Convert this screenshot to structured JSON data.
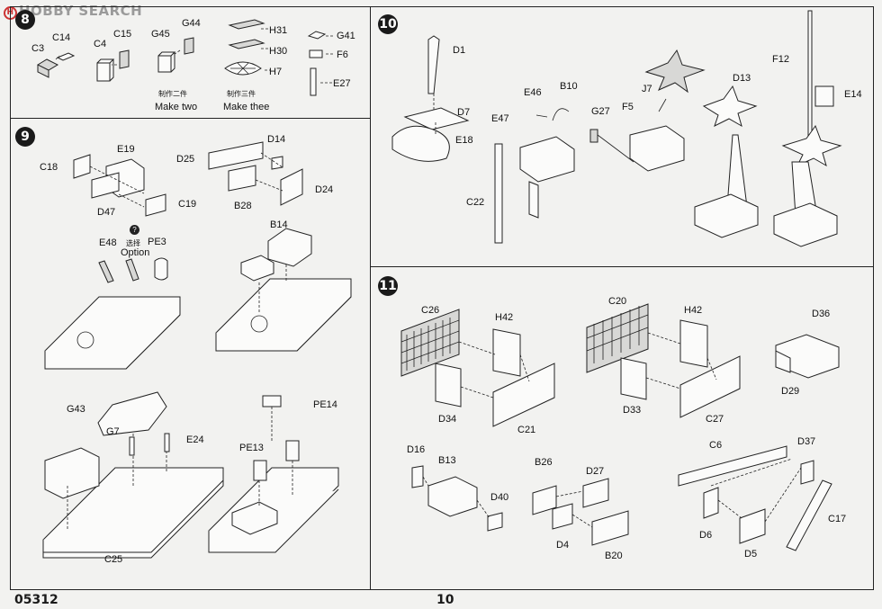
{
  "watermark": {
    "brand": "HOBBY SEARCH"
  },
  "steps": [
    {
      "num": "8"
    },
    {
      "num": "9"
    },
    {
      "num": "10"
    },
    {
      "num": "11"
    }
  ],
  "step8": {
    "labels": [
      "C3",
      "C14",
      "C4",
      "C15",
      "G45",
      "G44",
      "H31",
      "H30",
      "H7",
      "G41",
      "F6",
      "E27"
    ],
    "note_left_cn": "制作二件",
    "note_left": "Make two",
    "note_right_cn": "制作三件",
    "note_right": "Make thee"
  },
  "step9": {
    "labels": [
      "C18",
      "E19",
      "D47",
      "C19",
      "D25",
      "D14",
      "B28",
      "D24",
      "E48",
      "PE3",
      "B14",
      "G43",
      "G7",
      "E24",
      "C25",
      "PE14",
      "PE13"
    ],
    "option_icon": "?",
    "option_cn": "选择",
    "option": "Option"
  },
  "step10": {
    "labels": [
      "D1",
      "D7",
      "E18",
      "B10",
      "E46",
      "E47",
      "C22",
      "G27",
      "J7",
      "F5",
      "D13",
      "F12",
      "E14"
    ]
  },
  "step11": {
    "labels": [
      "C26",
      "H42",
      "D34",
      "C21",
      "C20",
      "H42",
      "D33",
      "C27",
      "D36",
      "D29",
      "D16",
      "B13",
      "D40",
      "B26",
      "D27",
      "D4",
      "B20",
      "C6",
      "D37",
      "D6",
      "D5",
      "C17"
    ]
  },
  "footer": {
    "code": "05312",
    "page": "10"
  }
}
